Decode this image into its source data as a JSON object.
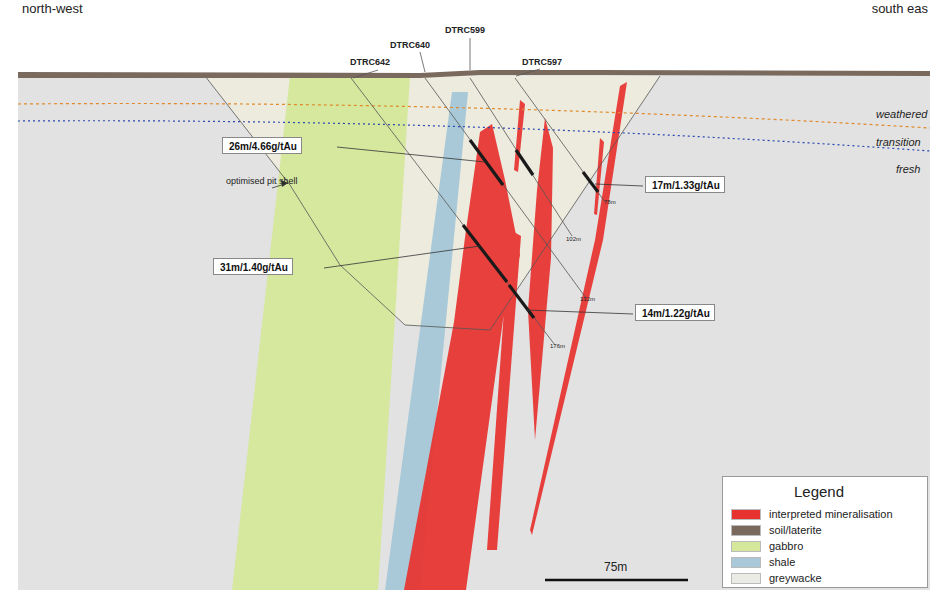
{
  "diagram": {
    "nodes": [
      {
        "text": [
          "26m/4.66g/tAu"
        ]
      },
      {
        "text": [
          "17m/1.33g/tAu"
        ]
      },
      {
        "text": [
          "31m/1.40g/tAu"
        ]
      },
      {
        "text": [
          "14m/1.22g/tAu"
        ]
      }
    ],
    "labels": [
      "north-west",
      "south eas",
      "DTRC642",
      "DTRC640",
      "DTRC599",
      "DTRC597",
      "weathered",
      "transition",
      "fresh",
      "optimised pit shell",
      "78m",
      "102m",
      "132m",
      "176m",
      "75m",
      "Legend"
    ],
    "legend": [
      {
        "text": "interpreted mineralisation",
        "color": "#e8322f"
      },
      {
        "text": "soil/laterite",
        "color": "#7a6a5e"
      },
      {
        "text": "gabbro",
        "color": "#d5e79a"
      },
      {
        "text": "shale",
        "color": "#a9c9d8"
      },
      {
        "text": "greywacke",
        "color": "#ebebe6"
      }
    ]
  }
}
